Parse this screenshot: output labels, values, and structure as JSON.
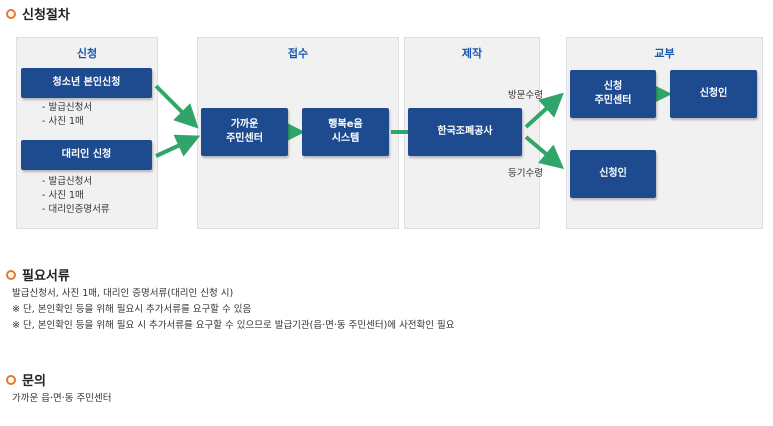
{
  "process": {
    "title": "신청절차",
    "panels": {
      "apply": "신청",
      "receipt": "접수",
      "production": "제작",
      "delivery": "교부"
    },
    "apply": {
      "youth_box": "청소년 본인신청",
      "youth_items": [
        "- 발급신청서",
        "- 사진 1매"
      ],
      "proxy_box": "대리인 신청",
      "proxy_items": [
        "- 발급신청서",
        "- 사진 1매",
        "- 대리인증명서류"
      ]
    },
    "receipt": {
      "center_box": [
        "가까운",
        "주민센터"
      ],
      "system_box": [
        "행복e음",
        "시스템"
      ]
    },
    "production": {
      "mint_box": "한국조폐공사",
      "label_visit": "방문수령",
      "label_registered": "등기수령"
    },
    "delivery": {
      "applicant_center_box": [
        "신청",
        "주민센터"
      ],
      "applicant_box_1": "신청인",
      "applicant_box_2": "신청인"
    },
    "colors": {
      "accent": "#e8792b",
      "box": "#1e4b8f",
      "arrow": "#2fa56a",
      "panel_title": "#1a56b0"
    }
  },
  "documents": {
    "title": "필요서류",
    "line1": "발급신청서, 사진 1매, 대리인 증명서류(대리인 신청 시)",
    "line2": "※ 단, 본인확인 등을 위해 필요시 추가서류를 요구할 수 있음",
    "line3": "※ 단, 본인확인 등을 위해 필요 시 추가서류를 요구할 수 있으므로 발급기관(읍·면·동 주민센터)에 사전확인 필요"
  },
  "inquiry": {
    "title": "문의",
    "line1": "가까운 읍·면·동 주민센터"
  }
}
